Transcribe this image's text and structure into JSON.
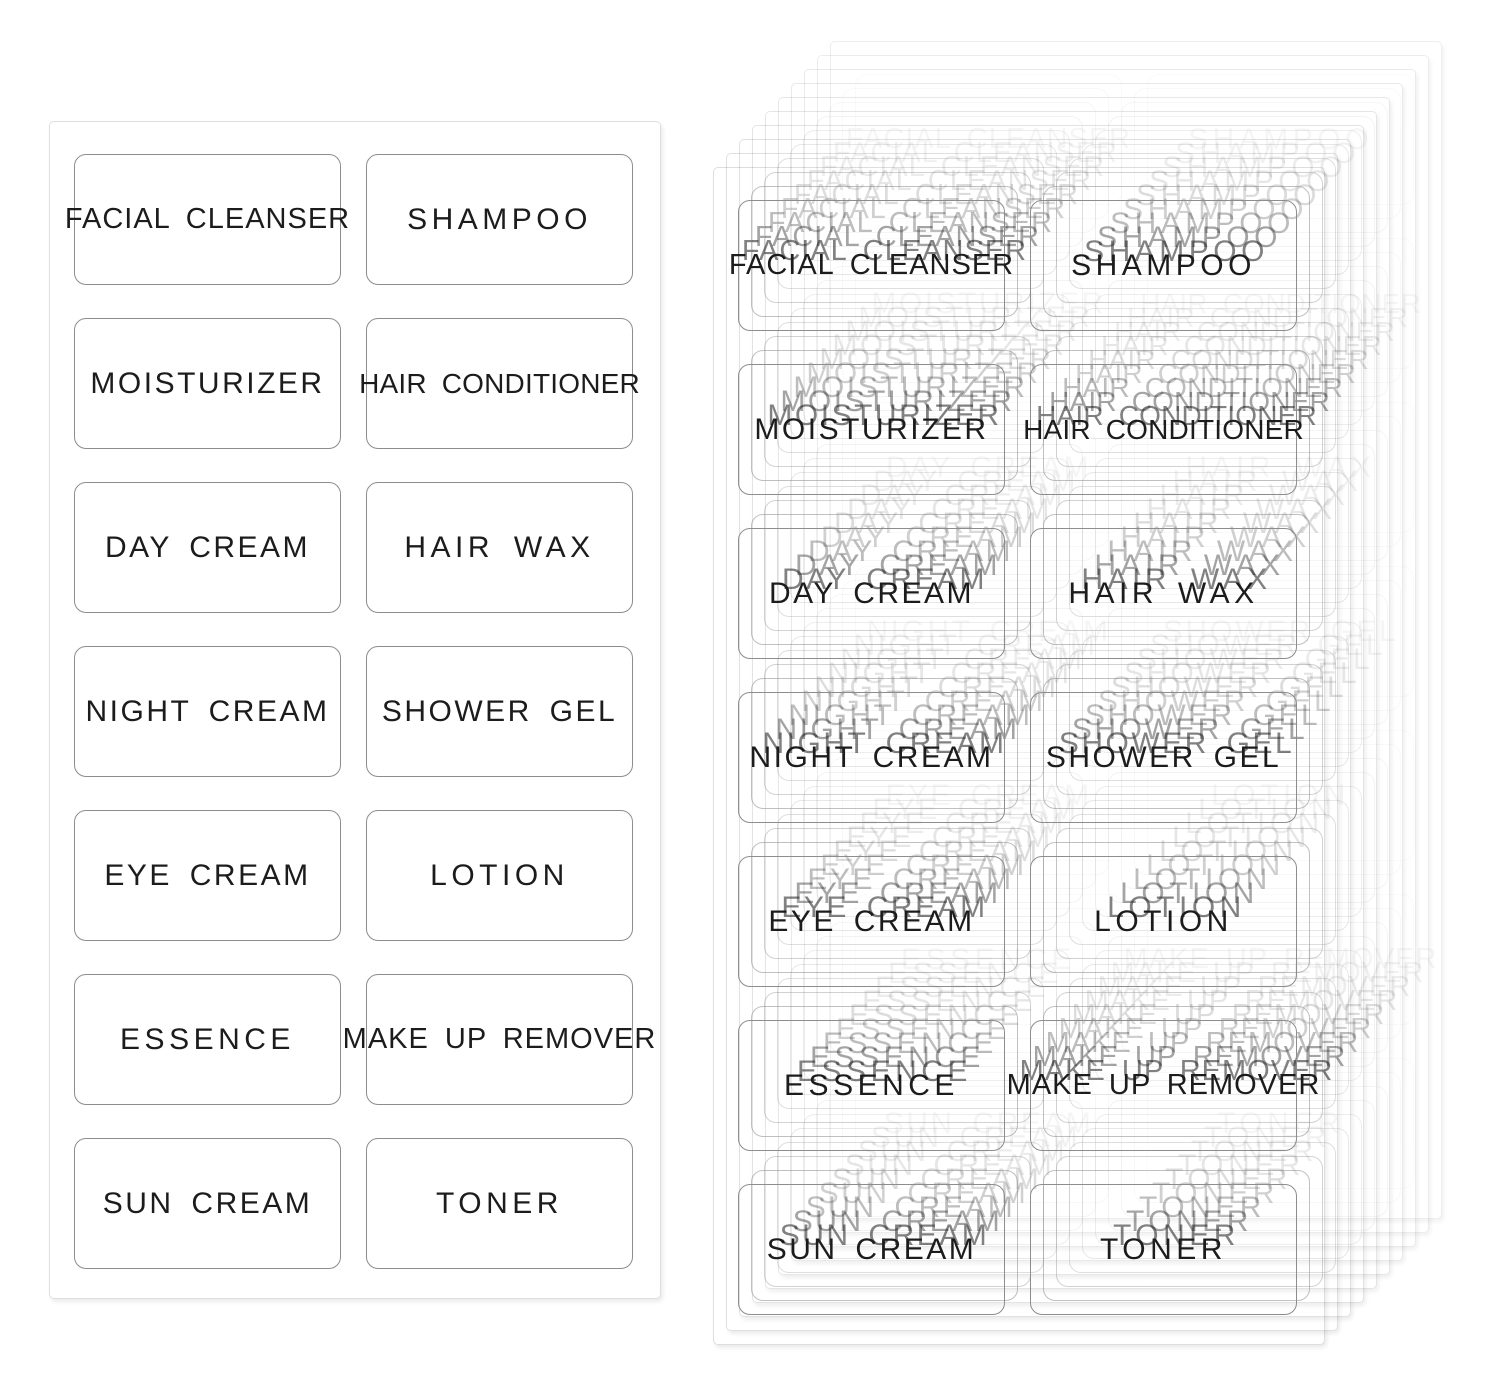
{
  "page": {
    "background_color": "#ffffff",
    "text_color": "#1c1c1c",
    "label_border_color": "#8d8d8d",
    "sheet_border_color": "#cccccc"
  },
  "labels": [
    "FACIAL CLEANSER",
    "SHAMPOO",
    "MOISTURIZER",
    "HAIR CONDITIONER",
    "DAY CREAM",
    "HAIR WAX",
    "NIGHT CREAM",
    "SHOWER GEL",
    "EYE CREAM",
    "LOTION",
    "ESSENCE",
    "MAKE UP REMOVER",
    "SUN CREAM",
    "TONER"
  ],
  "flat_sheet": {
    "label_count": 14,
    "columns": 2,
    "rows": 7
  },
  "stack": {
    "sheet_count": 10,
    "label_count_per_sheet": 14
  }
}
